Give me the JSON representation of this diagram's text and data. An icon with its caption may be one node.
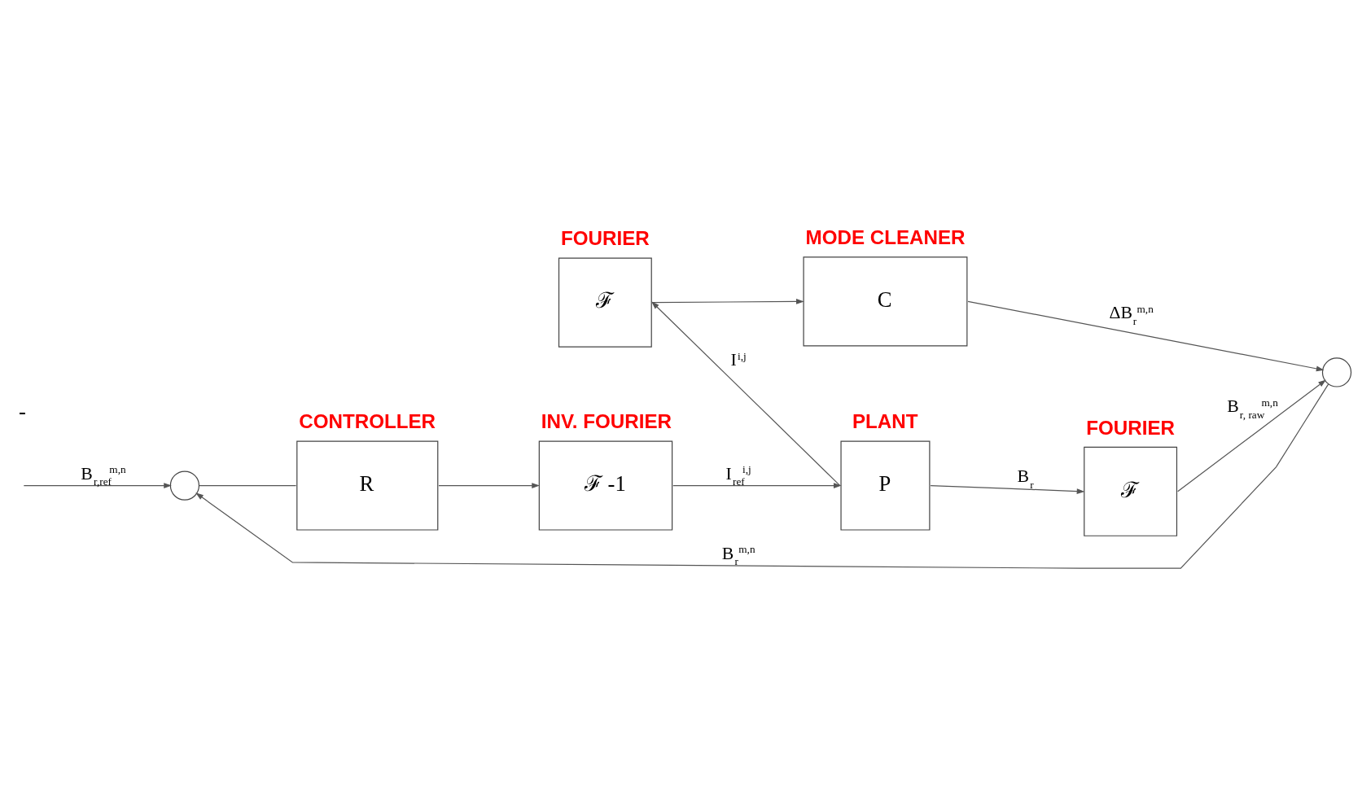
{
  "diagram": {
    "nodes": [
      {
        "text": [],
        "shape": "circle"
      },
      {
        "text": [
          "R"
        ],
        "beside": [
          "CONTROLLER"
        ]
      },
      {
        "text": [
          "ℱ -1"
        ],
        "beside": [
          "INV. FOURIER"
        ]
      },
      {
        "text": [
          "P"
        ],
        "beside": [
          "PLANT"
        ]
      },
      {
        "text": [
          "ℱ"
        ],
        "beside": [
          "FOURIER"
        ]
      },
      {
        "text": [
          "ℱ"
        ],
        "beside": [
          "FOURIER"
        ]
      },
      {
        "text": [
          "C"
        ],
        "beside": [
          "MODE CLEANER"
        ]
      },
      {
        "text": [],
        "shape": "circle"
      }
    ],
    "edges": [
      {
        "from": null,
        "to": 0,
        "arrow": "to",
        "label": "B$_{r,ref}$$^{m,n}$"
      },
      {
        "from": 0,
        "to": 1,
        "arrow": "none"
      },
      {
        "from": 1,
        "to": 2,
        "arrow": "to"
      },
      {
        "from": 2,
        "to": 3,
        "arrow": "to",
        "label": "I$_{ref}$$^{i,j}$"
      },
      {
        "from": 3,
        "to": 4,
        "arrow": "to",
        "label": "B$_{r}$"
      },
      {
        "from": 3,
        "to": 5,
        "arrow": "to",
        "label": "I$^{i,j}$"
      },
      {
        "from": 5,
        "to": 6,
        "arrow": "to"
      },
      {
        "from": 6,
        "to": 7,
        "arrow": "to",
        "label": "ΔB$_{r}$$^{m,n}$"
      },
      {
        "from": 4,
        "to": 7,
        "arrow": "to",
        "label": "B$_{r, raw}$$^{m,n}$"
      },
      {
        "from": 7,
        "to": 0,
        "arrow": "to",
        "label": "B$_{r}$$^{m,n}$"
      }
    ],
    "labels": [
      "-"
    ]
  }
}
